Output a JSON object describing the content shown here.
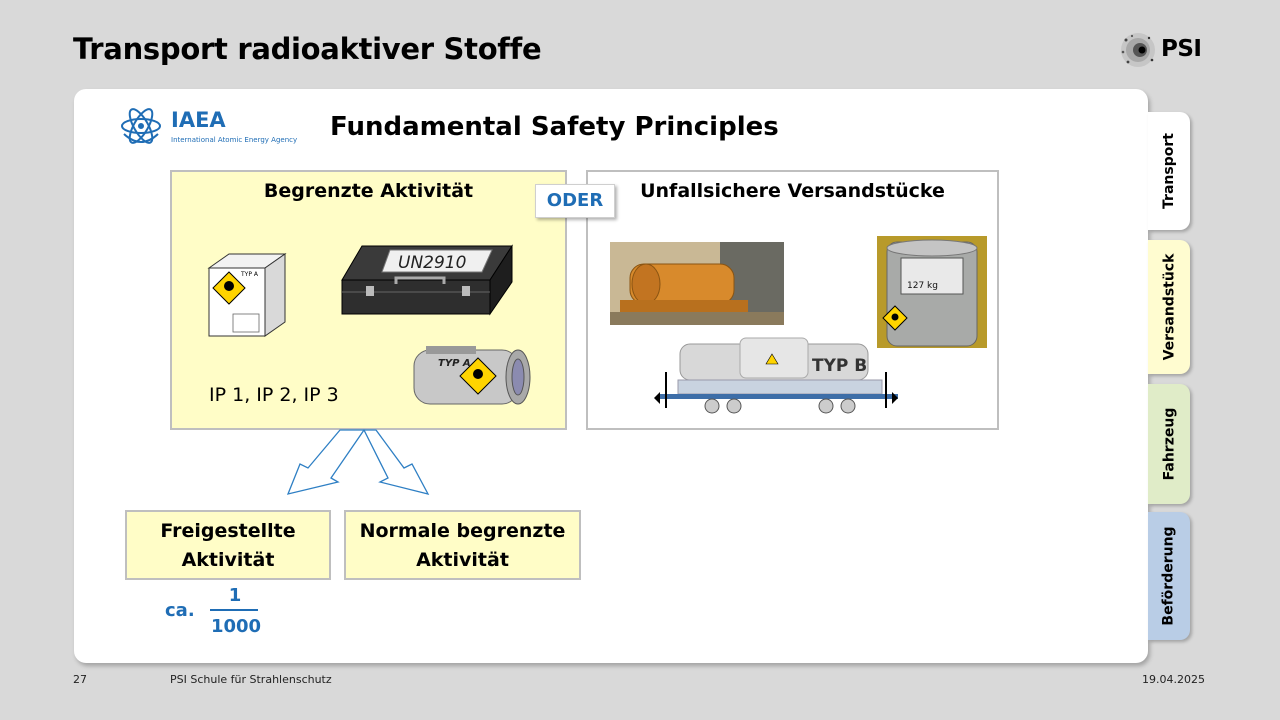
{
  "header": {
    "title": "Transport radioaktiver Stoffe",
    "logo_text": "PSI"
  },
  "iaea": {
    "name": "IAEA",
    "subtitle": "International Atomic Energy Agency"
  },
  "main": {
    "heading": "Fundamental Safety Principles",
    "limited_box": {
      "title": "Begrenzte Aktivität",
      "ip_label": "IP 1, IP 2, IP 3",
      "case_label": "UN2910",
      "box_label": "TYP A",
      "canister_label": "TYP A"
    },
    "oder_label": "ODER",
    "accident_box": {
      "title": "Unfallsichere Versandstücke",
      "railcar_label": "TYP B",
      "drum_label": "127 kg"
    },
    "sub_boxes": {
      "exempt_line1": "Freigestellte",
      "exempt_line2": "Aktivität",
      "normal_line1": "Normale begrenzte",
      "normal_line2": "Aktivität"
    },
    "fraction": {
      "prefix": "ca.",
      "numerator": "1",
      "denominator": "1000"
    }
  },
  "tabs": {
    "transport": "Transport",
    "versandstueck": "Versandstück",
    "fahrzeug": "Fahrzeug",
    "befoerderung": "Beförderung"
  },
  "footer": {
    "page": "27",
    "school": "PSI Schule für Strahlenschutz",
    "date": "19.04.2025"
  },
  "colors": {
    "accent_blue": "#1f6db5",
    "box_yellow": "#fffdc7",
    "tab_versand": "#fffcd0",
    "tab_fahrzeug": "#e0ecc8",
    "tab_befoerderung": "#b9cde6"
  }
}
